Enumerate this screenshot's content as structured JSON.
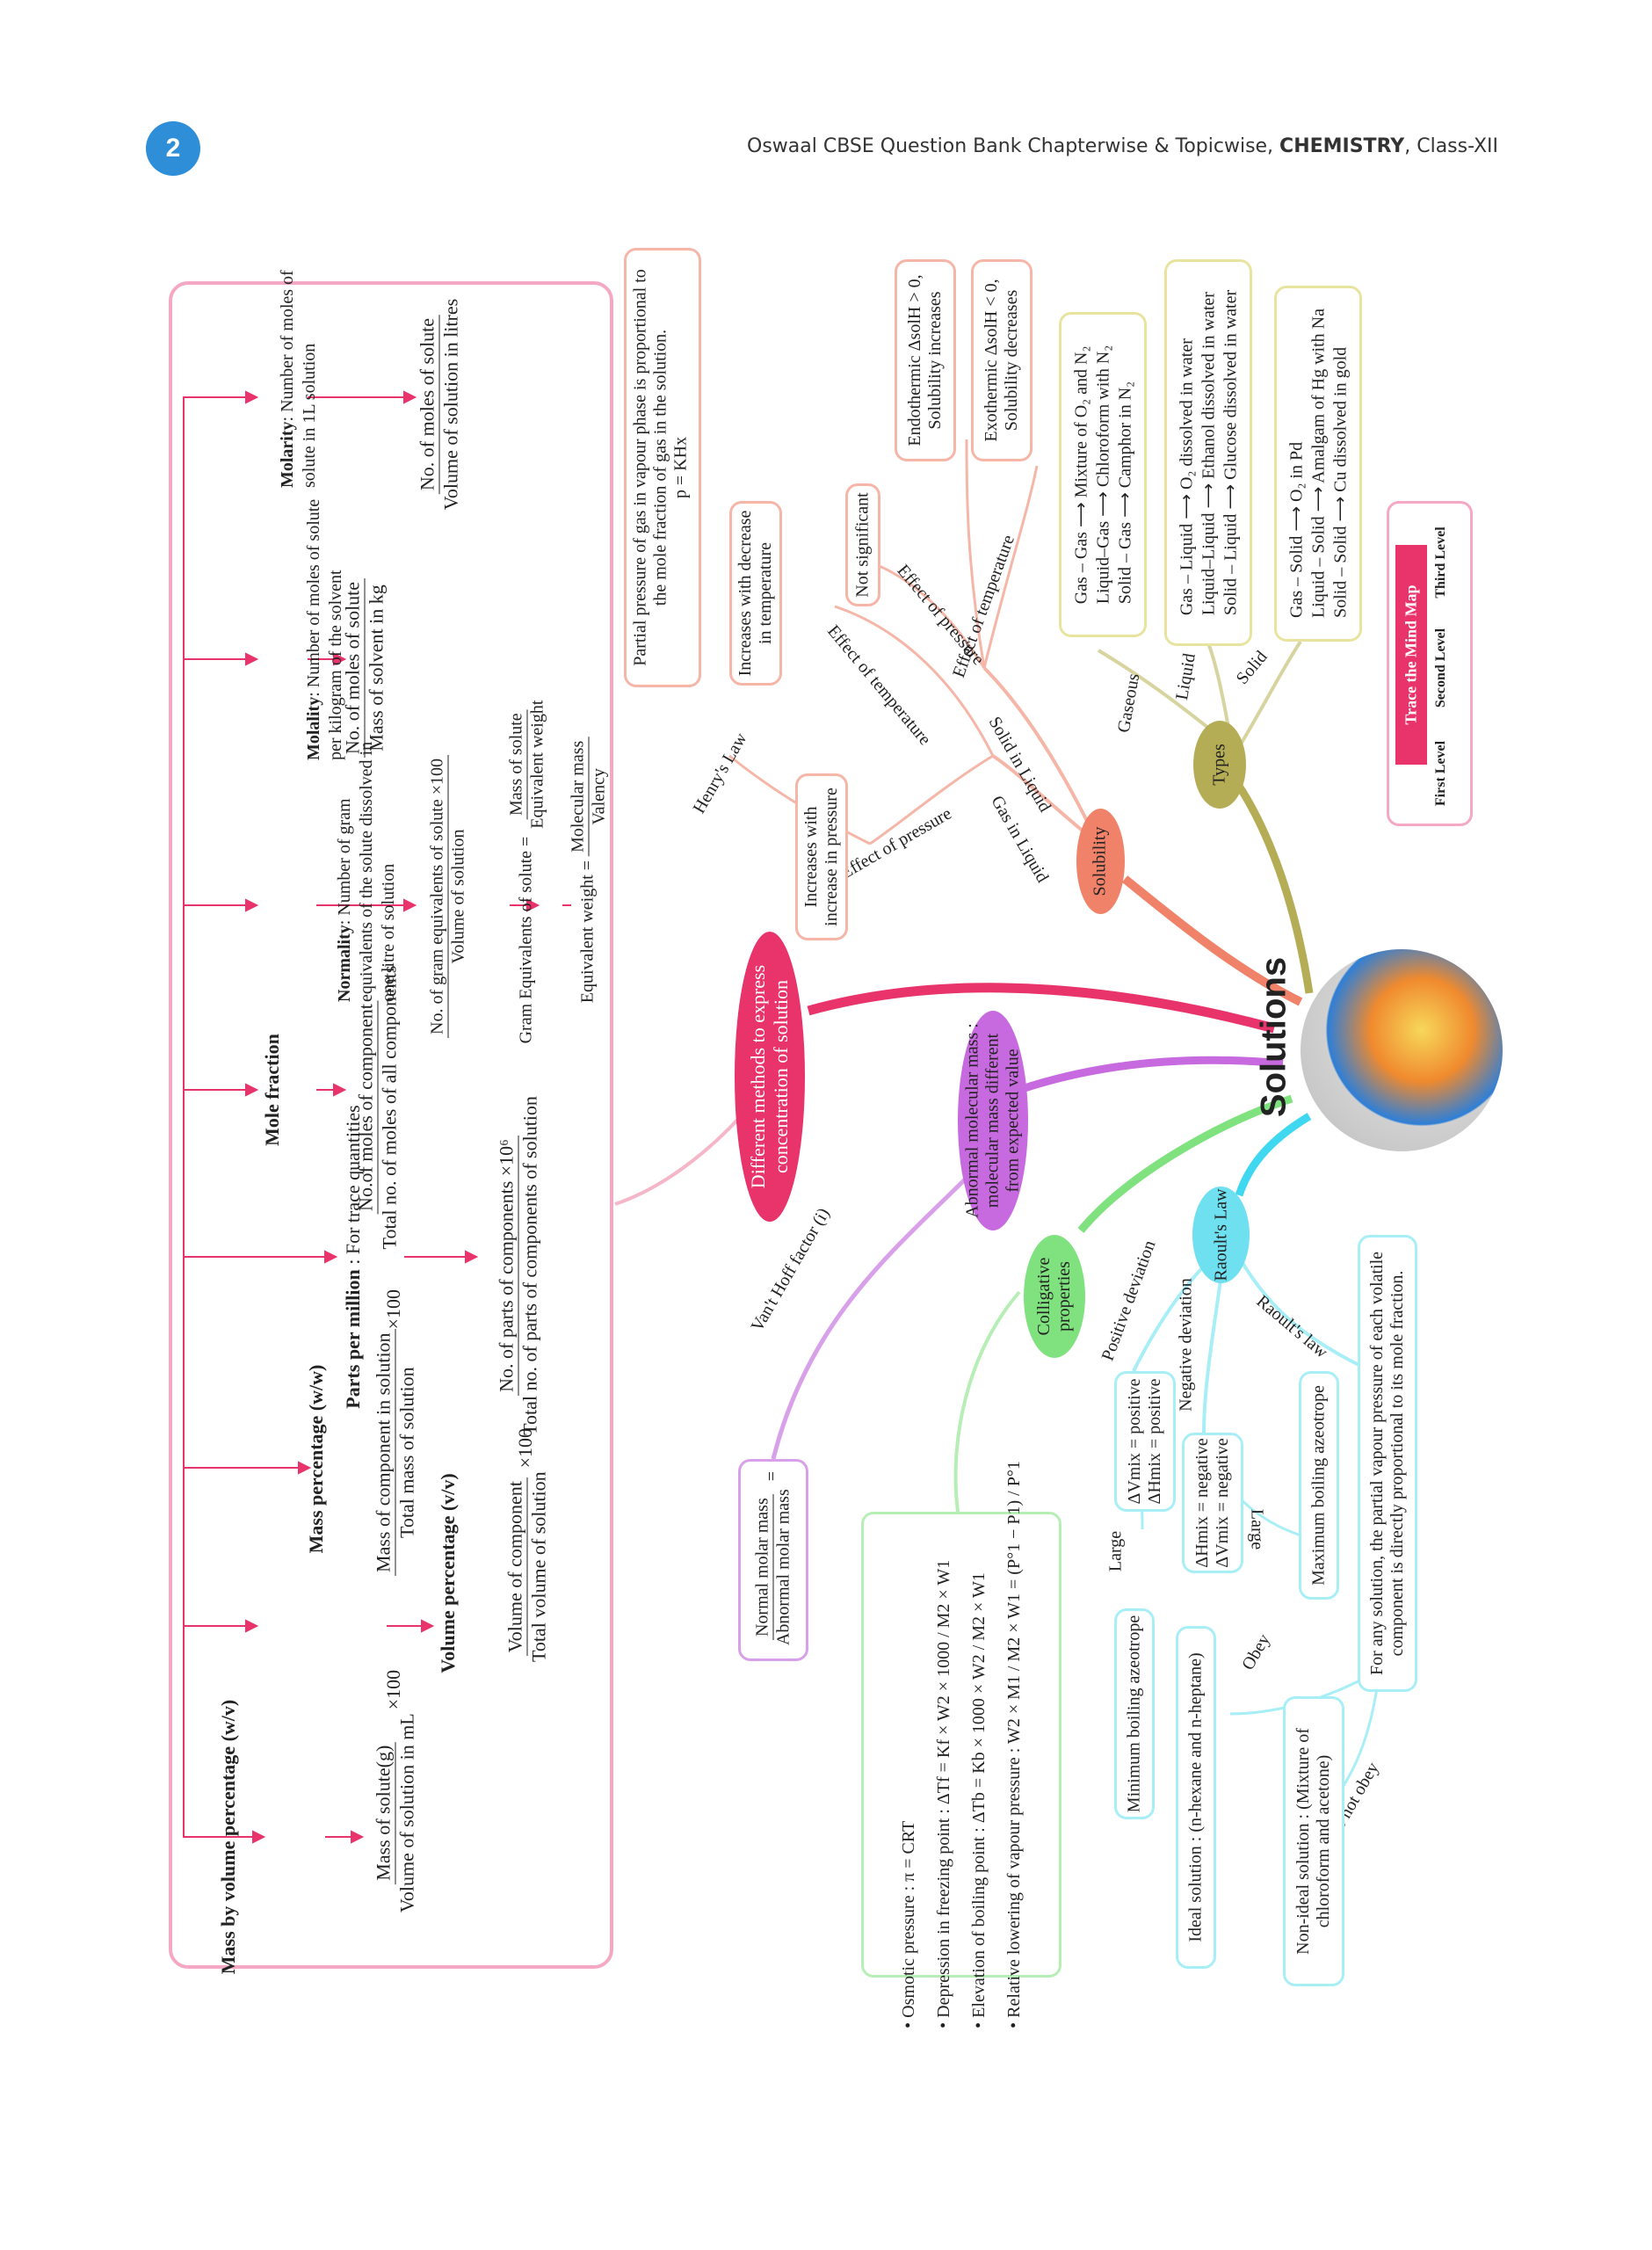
{
  "header": {
    "page_number": "2",
    "title_prefix": "Oswaal CBSE Question Bank Chapterwise & Topicwise, ",
    "title_subject": "CHEMISTRY",
    "title_suffix": ", Class-XII"
  },
  "center": {
    "title": "Solutions"
  },
  "concentration": {
    "branch": "Different methods to express concentration of solution",
    "mass_by_volume": {
      "title": "Mass by volume percentage (w/v)",
      "num": "Mass of solute(g)",
      "den": "Volume of solution in mL",
      "mult": "×100"
    },
    "volume_pct": {
      "title": "Volume percentage (v/v)",
      "num": "Volume of component",
      "den": "Total volume of solution",
      "mult": "×100"
    },
    "mass_pct": {
      "title": "Mass percentage (w/w)",
      "num": "Mass of component in solution",
      "den": "Total mass of solution",
      "mult": "×100"
    },
    "ppm": {
      "title": "Parts per million",
      "sub": " : For trace quantities",
      "num": "No. of parts of components ×10⁶",
      "den": "Total no. of parts of components of solution"
    },
    "mole_fraction": {
      "title": "Mole fraction",
      "num": "No.of moles of component",
      "den": "Total no. of moles of all components"
    },
    "normality": {
      "title": "Normality",
      "desc": ": Number of gram equivalents of the solute dissolved in one litre of solution",
      "num": "No. of gram equivalents of solute ×100",
      "den": "Volume of solution",
      "geq_label": "Gram Equivalents of solute",
      "geq_num": "Mass of solute",
      "geq_den": "Equivalent weight",
      "eqw_label": "Equivalent weight =",
      "eqw_num": "Molecular mass",
      "eqw_den": "Valency"
    },
    "molality": {
      "title": "Molality",
      "desc": ": Number of moles of solute per kilogram of the solvent",
      "num": "No. of moles of solute",
      "den": "Mass of solvent in kg"
    },
    "molarity": {
      "title": "Molarity",
      "desc": ": Number of moles of solute in 1L solution",
      "num": "No. of moles of solute",
      "den": "Volume of solution in litres"
    }
  },
  "henry": {
    "law_label": "Henry's Law",
    "box": "Partial pressure of gas in vapour phase is proportional to the mole fraction of gas in the solution.",
    "formula": "p = KHx"
  },
  "solubility": {
    "branch": "Solubility",
    "gas_in_liquid": "Gas in Liquid",
    "solid_in_liquid": "Solid in Liquid",
    "effect_pressure": "Effect of pressure",
    "effect_temperature": "Effect of temperature",
    "box_inc_pressure": "Increases with increase in pressure",
    "box_dec_temp": "Increases with decrease in temperature",
    "box_not_significant": "Not significant",
    "box_endo": "Endothermic ΔsolH > 0, Solubility increases",
    "box_exo": "Exothermic ΔsolH < 0, Solubility decreases"
  },
  "types": {
    "branch": "Types",
    "gaseous": "Gaseous",
    "liquid": "Liquid",
    "solid": "Solid",
    "gaseous_items": [
      "Gas – Gas ⟶ Mixture of O₂ and N₂",
      "Liquid–Gas ⟶ Chloroform with N₂",
      "Solid – Gas ⟶ Camphor in N₂"
    ],
    "liquid_items": [
      "Gas – Liquid ⟶ O₂ dissolved in water",
      "Liquid–Liquid ⟶ Ethanol dissolved in water",
      "Solid – Liquid ⟶ Glucose dissolved in water"
    ],
    "solid_items": [
      "Gas – Solid ⟶ O₂ in Pd",
      "Liquid – Solid ⟶ Amalgam of Hg with Na",
      "Solid – Solid ⟶ Cu dissolved in gold"
    ]
  },
  "legend": {
    "title": "Trace the Mind Map",
    "first": "First Level",
    "second": "Second Level",
    "third": "Third Level"
  },
  "abnormal": {
    "branch": "Abnormal molecular mass : molecular mass different from expected value",
    "vant_hoff": "Van't Hoff factor (i)",
    "ratio_num": "Normal molar mass",
    "ratio_den": "Abnormal molar mass",
    "ratio_eq": "="
  },
  "colligative": {
    "branch": "Colligative properties",
    "items": [
      "Osmotic pressure : π = CRT",
      "Depression in freezing point : ΔTf = Kf × W2 × 1000 / M2 × W1",
      "Elevation of boiling point : ΔTb = Kb × 1000 × W2 / M2 × W1",
      "Relative lowering of vapour pressure : W2 × M1 / M2 × W1 = (P°1 − P1) / P°1"
    ]
  },
  "raoult": {
    "branch": "Raoult's Law",
    "positive_dev": "Positive deviation",
    "negative_dev": "Negative deviation",
    "raoults_law": "Raoult's law",
    "obey": "Obey",
    "do_not_obey": "Do not obey",
    "large1": "Large",
    "large2": "Large",
    "pos_box": [
      "ΔVmix = positive",
      "ΔHmix = positive"
    ],
    "neg_box": [
      "ΔHmix = negative",
      "ΔVmix = negative"
    ],
    "min_azeo": "Minimum boiling azeotrope",
    "max_azeo": "Maximum boiling azeotrope",
    "law_box": "For any solution, the partial vapour pressure of each volatile component is directly proportional to its mole fraction.",
    "ideal": "Ideal solution : (n-hexane and n-heptane)",
    "nonideal": "Non-ideal solution : (Mixture of chloroform and acetone)"
  },
  "colors": {
    "concentration": "#e8336b",
    "solubility": "#f0826a",
    "types": "#b5ad55",
    "abnormal": "#c86adf",
    "colligative": "#7fe27f",
    "raoult": "#6fe0f0",
    "badge": "#2e8fd8"
  }
}
